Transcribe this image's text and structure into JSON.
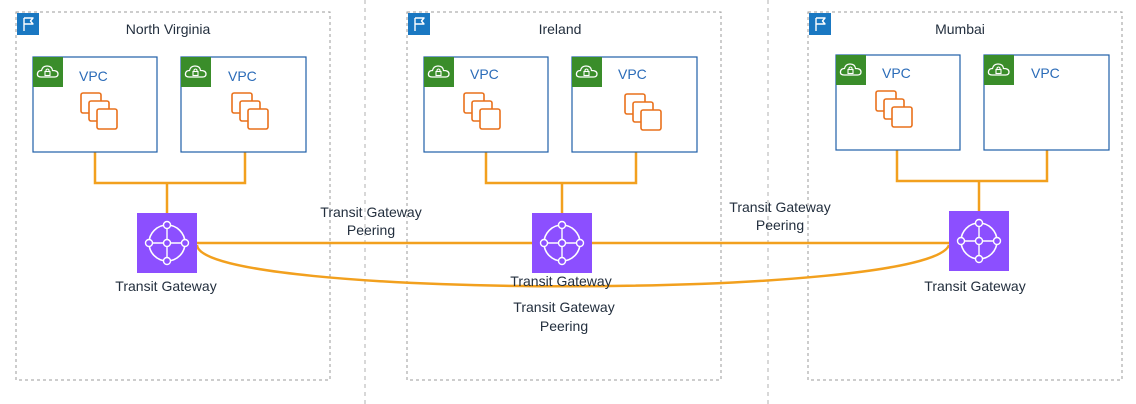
{
  "regions": [
    {
      "name": "North Virginia"
    },
    {
      "name": "Ireland"
    },
    {
      "name": "Mumbai"
    }
  ],
  "vpcs": [
    {
      "label": "VPC",
      "has_instances": true
    },
    {
      "label": "VPC",
      "has_instances": true
    },
    {
      "label": "VPC",
      "has_instances": true
    },
    {
      "label": "VPC",
      "has_instances": true
    },
    {
      "label": "VPC",
      "has_instances": true
    },
    {
      "label": "VPC",
      "has_instances": false
    }
  ],
  "transit_gateways": [
    {
      "label": "Transit Gateway"
    },
    {
      "label": "Transit Gateway"
    },
    {
      "label": "Transit Gateway"
    }
  ],
  "peerings": [
    {
      "line1": "Transit Gateway",
      "line2": "Peering"
    },
    {
      "line1": "Transit Gateway",
      "line2": "Peering"
    },
    {
      "line1": "Transit Gateway",
      "line2": "Peering"
    }
  ],
  "colors": {
    "connector": "#f2a01e",
    "vpc_border": "#1f5fa8",
    "vpc_badge": "#3a8d2a",
    "region_flag": "#1a78c2",
    "tgw": "#8c4fff",
    "instance": "#e9711c",
    "dashed": "#9b9b9b"
  }
}
